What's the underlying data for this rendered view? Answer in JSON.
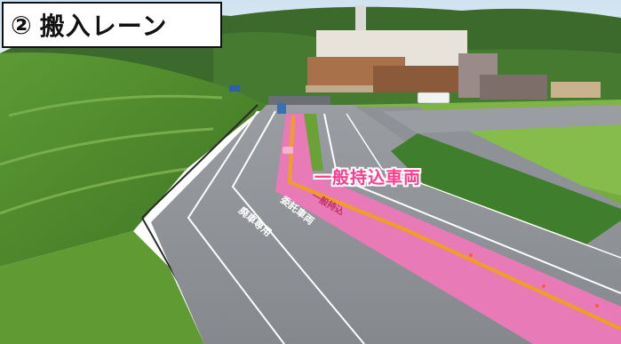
{
  "title": {
    "number_mark": "②",
    "text": "搬入レーン"
  },
  "lane_label": "一般持込車両",
  "road_markings": {
    "left_lane": "廃車専用",
    "middle_lane": "委託車両",
    "pink_lane": "一般持込"
  },
  "colors": {
    "pink_lane": "#e87ab8",
    "orange_line": "#f0a020",
    "label_pink": "#ff3a8c",
    "road_gray": "#8f9297",
    "grass_green": "#6fa83c"
  },
  "icons": {
    "number_mark": "circled-digit-two"
  }
}
